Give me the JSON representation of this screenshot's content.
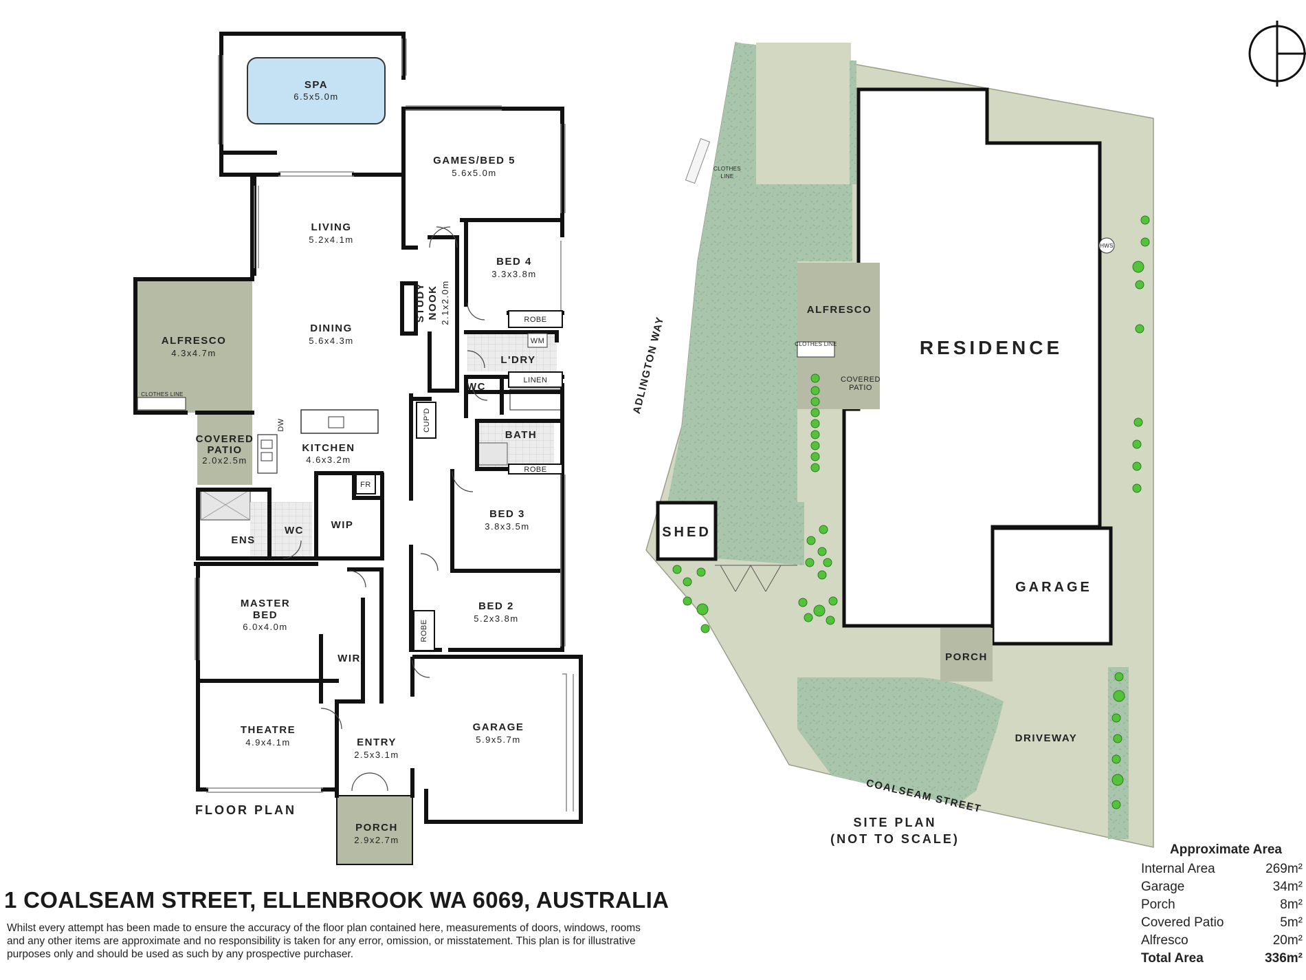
{
  "floor_plan": {
    "title": "FLOOR PLAN",
    "rooms": {
      "spa": {
        "name": "SPA",
        "dim": "6.5x5.0m"
      },
      "games": {
        "name": "GAMES/BED 5",
        "dim": "5.6x5.0m"
      },
      "living": {
        "name": "LIVING",
        "dim": "5.2x4.1m"
      },
      "dining": {
        "name": "DINING",
        "dim": "5.6x4.3m"
      },
      "alfresco": {
        "name": "ALFRESCO",
        "dim": "4.3x4.7m"
      },
      "clothes_line": "CLOTHES LINE",
      "covered_patio": {
        "name1": "COVERED",
        "name2": "PATIO",
        "dim": "2.0x2.5m"
      },
      "kitchen": {
        "name": "KITCHEN",
        "dim": "4.6x3.2m"
      },
      "dw": "DW",
      "fr": "FR",
      "ens": "ENS",
      "wc_ens": "WC",
      "wip": "WIP",
      "study": {
        "name1": "STUDY",
        "name2": "NOOK",
        "dim": "2.1x2.0m"
      },
      "cupd": "CUP'D",
      "bed4": {
        "name": "BED 4",
        "dim": "3.3x3.8m"
      },
      "robe4": "ROBE",
      "laundry": "L'DRY",
      "wm": "WM",
      "linen": "LINEN",
      "wc": "WC",
      "bath": "BATH",
      "robe3": "ROBE",
      "bed3": {
        "name": "BED 3",
        "dim": "3.8x3.5m"
      },
      "bed2": {
        "name": "BED 2",
        "dim": "5.2x3.8m"
      },
      "robe2": "ROBE",
      "master": {
        "name1": "MASTER",
        "name2": "BED",
        "dim": "6.0x4.0m"
      },
      "wir": "WIR",
      "theatre": {
        "name": "THEATRE",
        "dim": "4.9x4.1m"
      },
      "entry": {
        "name": "ENTRY",
        "dim": "2.5x3.1m"
      },
      "garage": {
        "name": "GARAGE",
        "dim": "5.9x5.7m"
      },
      "porch": {
        "name": "PORCH",
        "dim": "2.9x2.7m"
      }
    }
  },
  "site_plan": {
    "title1": "SITE PLAN",
    "title2": "(NOT TO SCALE)",
    "residence": "RESIDENCE",
    "garage": "GARAGE",
    "porch": "PORCH",
    "alfresco": "ALFRESCO",
    "covered_patio1": "COVERED",
    "covered_patio2": "PATIO",
    "clothes_line1": "CLOTHES",
    "clothes_line2": "LINE",
    "clothes_line_small": "CLOTHES LINE",
    "shed": "SHED",
    "hws": "HWS",
    "driveway": "DRIVEWAY",
    "street_west": "ADLINGTON WAY",
    "street_south": "COALSEAM STREET"
  },
  "address": "1 COALSEAM STREET, ELLENBROOK WA 6069, AUSTRALIA",
  "disclaimer": "Whilst every attempt has been made to ensure the accuracy of the floor plan contained here, measurements of doors, windows, rooms and any other items are approximate and no responsibility is taken for any error, omission, or misstatement. This plan is for illustrative purposes only and should be used as such by any prospective purchaser.",
  "area_table": {
    "title": "Approximate Area",
    "rows": [
      {
        "label": "Internal Area",
        "value": "269m²"
      },
      {
        "label": "Garage",
        "value": "34m²"
      },
      {
        "label": "Porch",
        "value": "8m²"
      },
      {
        "label": "Covered Patio",
        "value": "5m²"
      },
      {
        "label": "Alfresco",
        "value": "20m²"
      }
    ],
    "total": {
      "label": "Total Area",
      "value": "336m²"
    }
  },
  "colors": {
    "lawn": "#a9c6ad",
    "paving": "#d3d8c2",
    "outdoor": "#b6bba6",
    "wall": "#111111",
    "pool": "#c4e2f3",
    "shrub": "#55c23c"
  }
}
